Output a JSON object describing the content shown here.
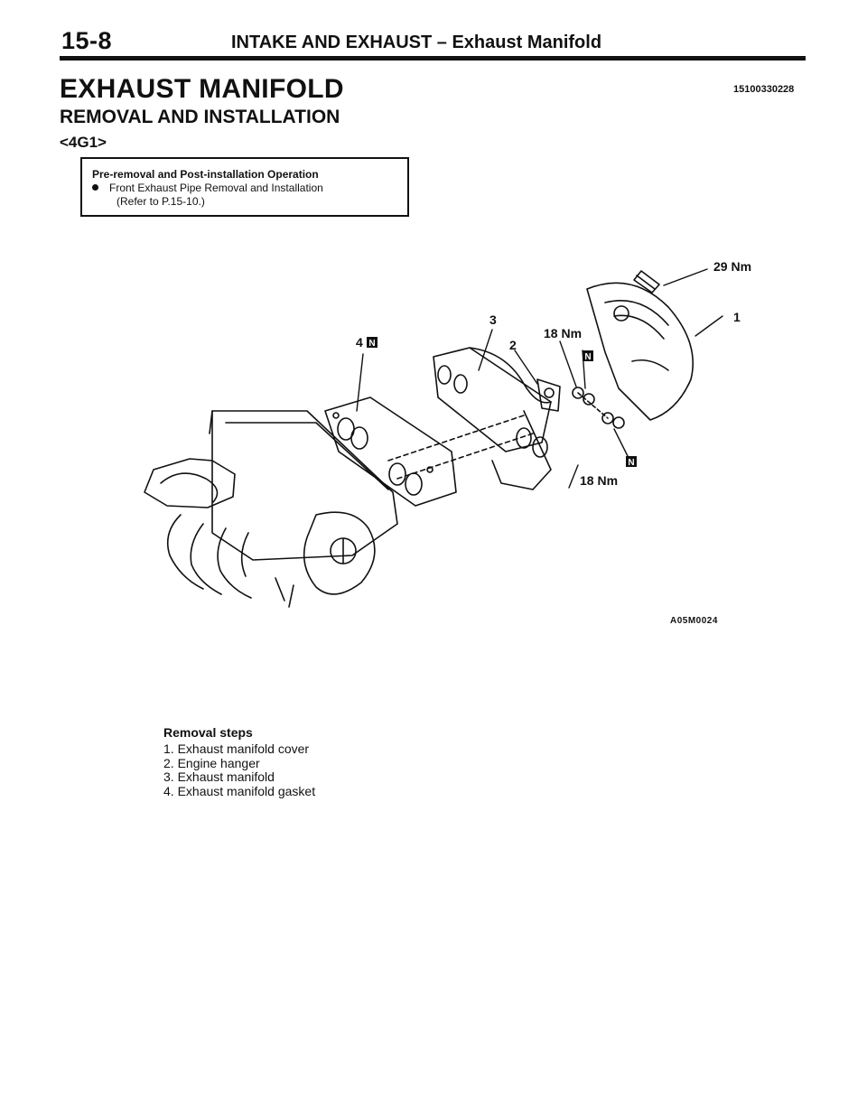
{
  "header": {
    "page_number": "15-8",
    "title": "INTAKE AND EXHAUST – Exhaust Manifold"
  },
  "section": {
    "title": "EXHAUST MANIFOLD",
    "code": "15100330228",
    "subtitle": "REMOVAL AND INSTALLATION",
    "engine": "<4G1>"
  },
  "pre_operation": {
    "heading": "Pre-removal and Post-installation Operation",
    "item_line1": "Front Exhaust Pipe Removal and Installation",
    "item_line2": "(Refer to P.15-10.)"
  },
  "diagram": {
    "callouts": {
      "torque_top": "29 Nm",
      "torque_mid": "18 Nm",
      "torque_low": "18 Nm",
      "n1": "1",
      "n2": "2",
      "n3": "3",
      "n4": "4",
      "new_part_mark": "N"
    },
    "figure_id": "A05M0024"
  },
  "removal_steps": {
    "heading": "Removal steps",
    "steps": [
      "1. Exhaust manifold cover",
      "2. Engine hanger",
      "3. Exhaust manifold",
      "4. Exhaust manifold gasket"
    ]
  }
}
